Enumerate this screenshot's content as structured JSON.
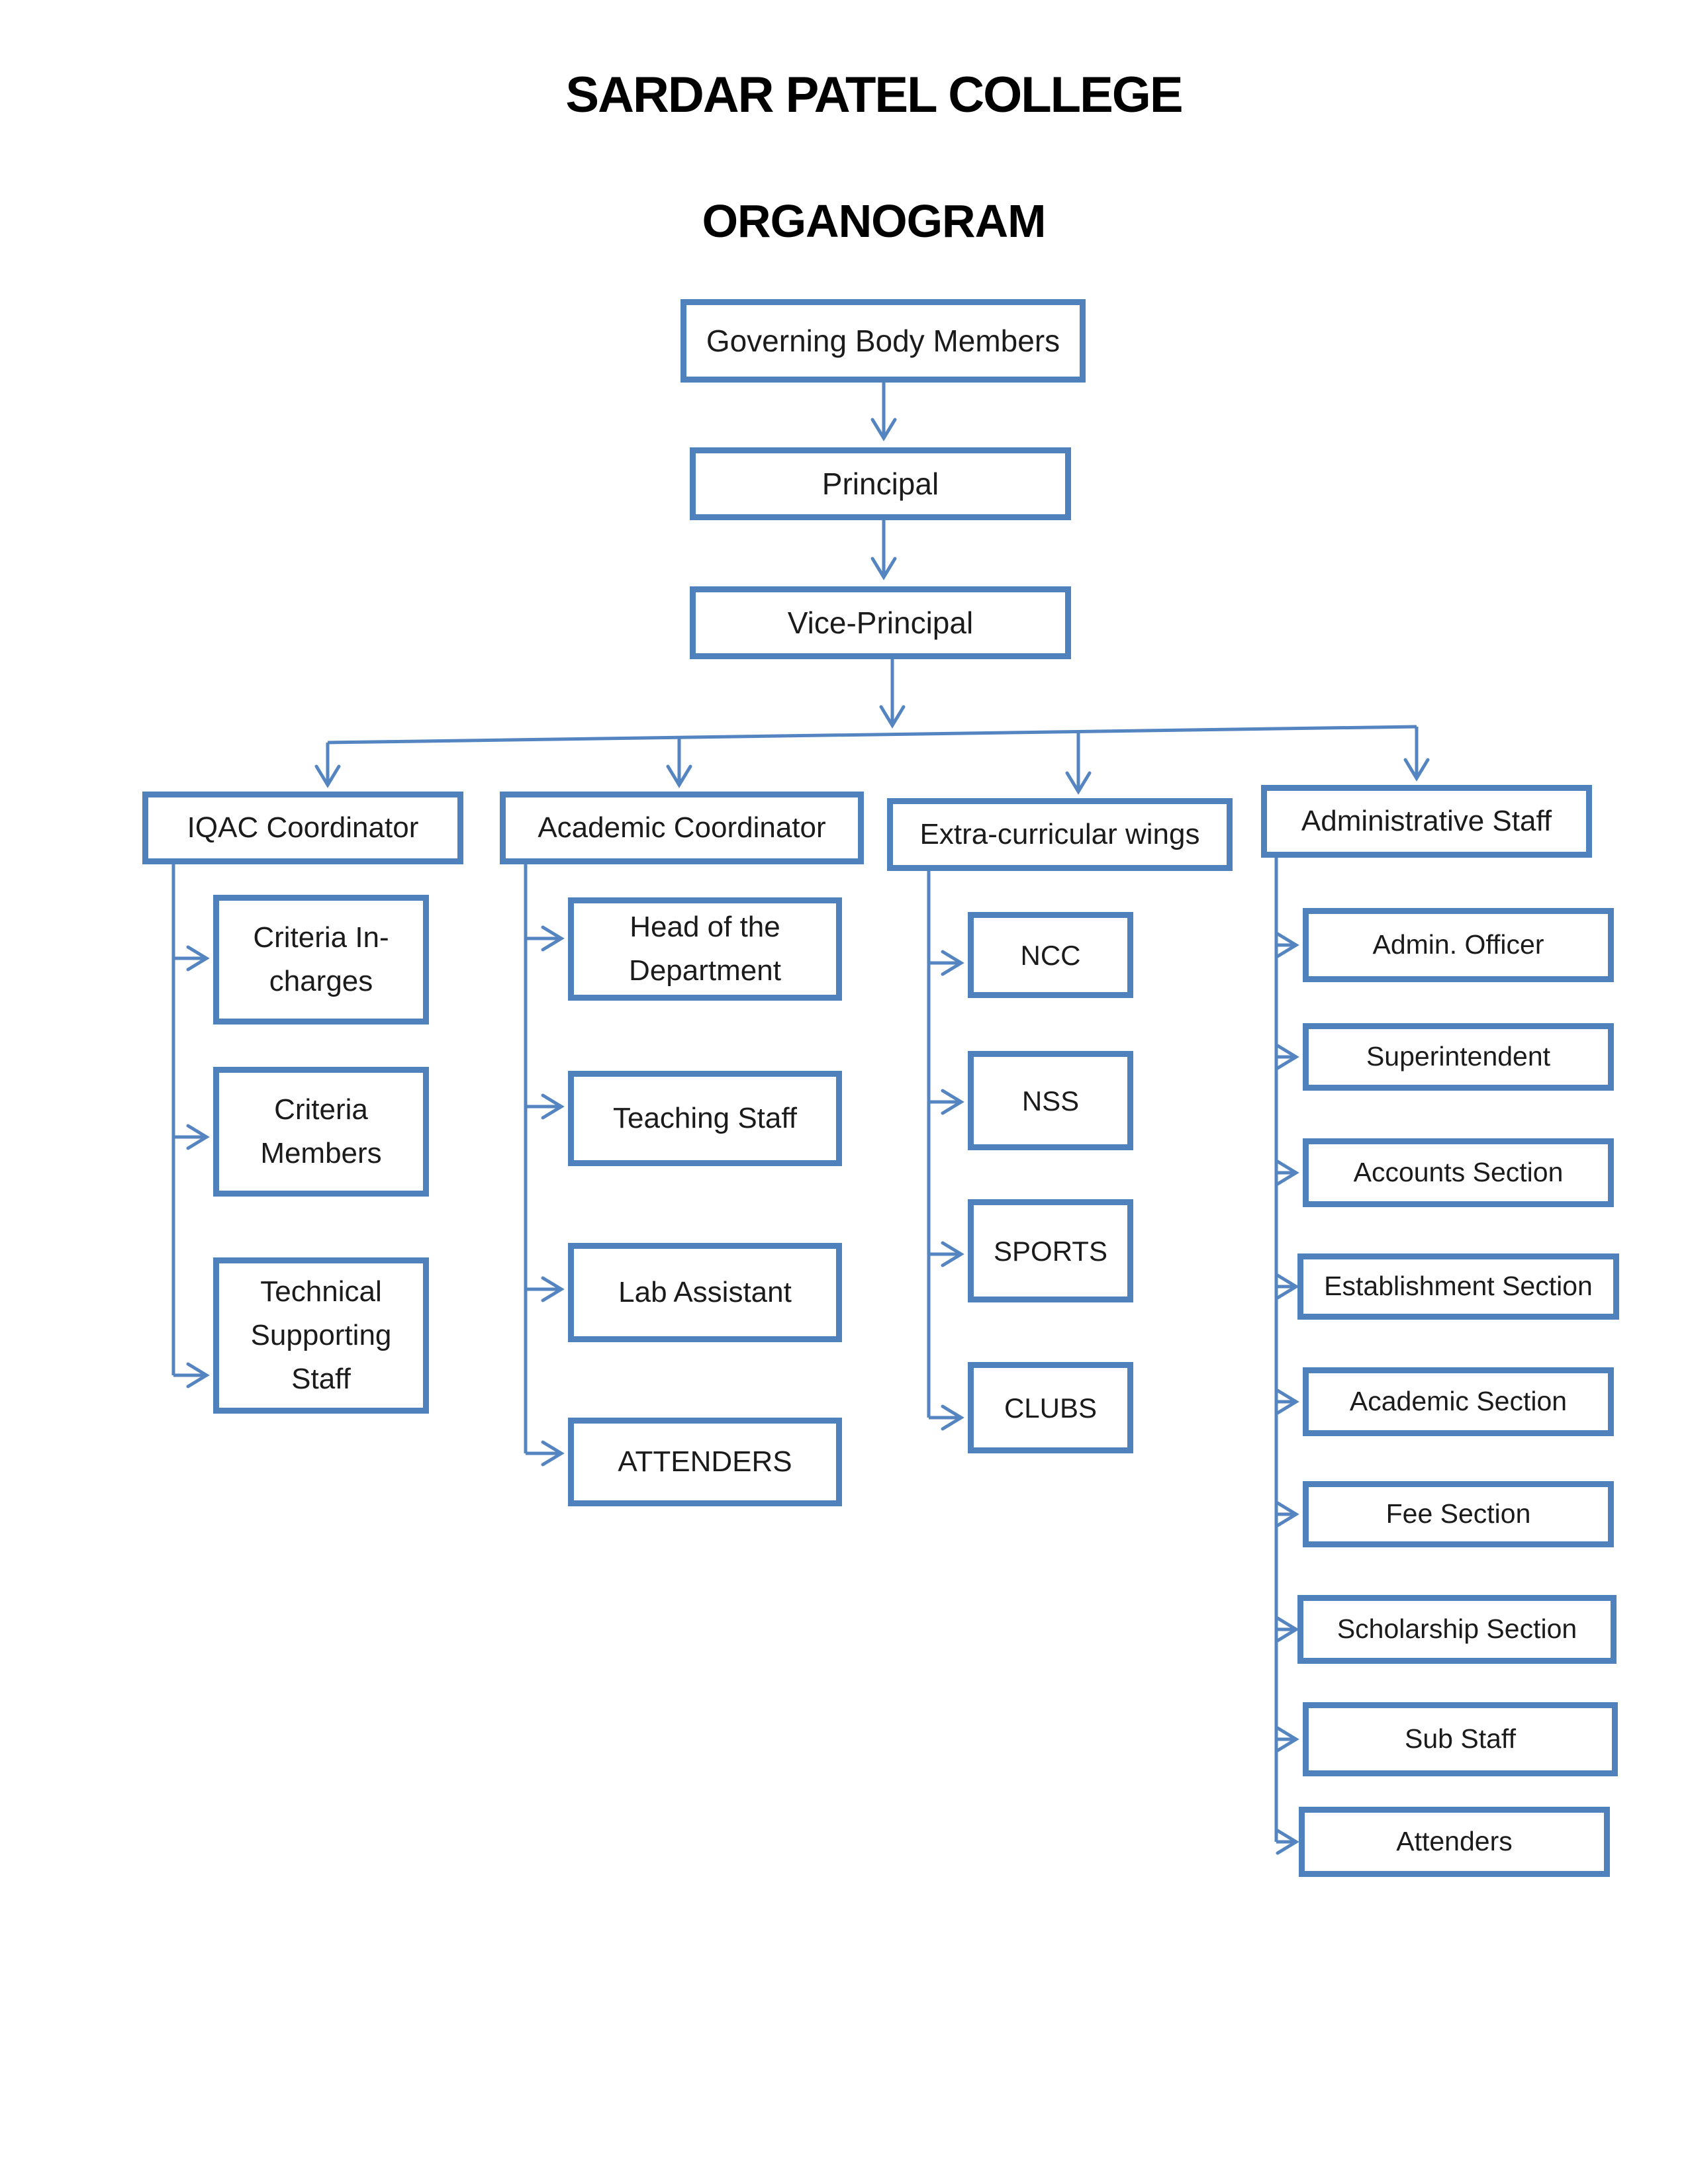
{
  "title": "SARDAR PATEL COLLEGE",
  "subtitle": "ORGANOGRAM",
  "chain": {
    "root": "Governing Body Members",
    "level2": "Principal",
    "level3": "Vice-Principal"
  },
  "columns": [
    {
      "header": "IQAC Coordinator",
      "children": [
        "Criteria In-charges",
        "Criteria Members",
        "Technical Supporting Staff"
      ]
    },
    {
      "header": "Academic Coordinator",
      "children": [
        "Head of the Department",
        "Teaching Staff",
        "Lab Assistant",
        "ATTENDERS"
      ]
    },
    {
      "header": "Extra-curricular wings",
      "children": [
        "NCC",
        "NSS",
        "SPORTS",
        "CLUBS"
      ]
    },
    {
      "header": "Administrative Staff",
      "children": [
        "Admin. Officer",
        "Superintendent",
        "Accounts Section",
        "Establishment Section",
        "Academic Section",
        "Fee Section",
        "Scholarship Section",
        "Sub Staff",
        "Attenders"
      ]
    }
  ],
  "colors": {
    "box_border": "#4F81BD",
    "connector": "#5585C1",
    "text": "#1B1B1B",
    "background": "#FFFFFF"
  }
}
